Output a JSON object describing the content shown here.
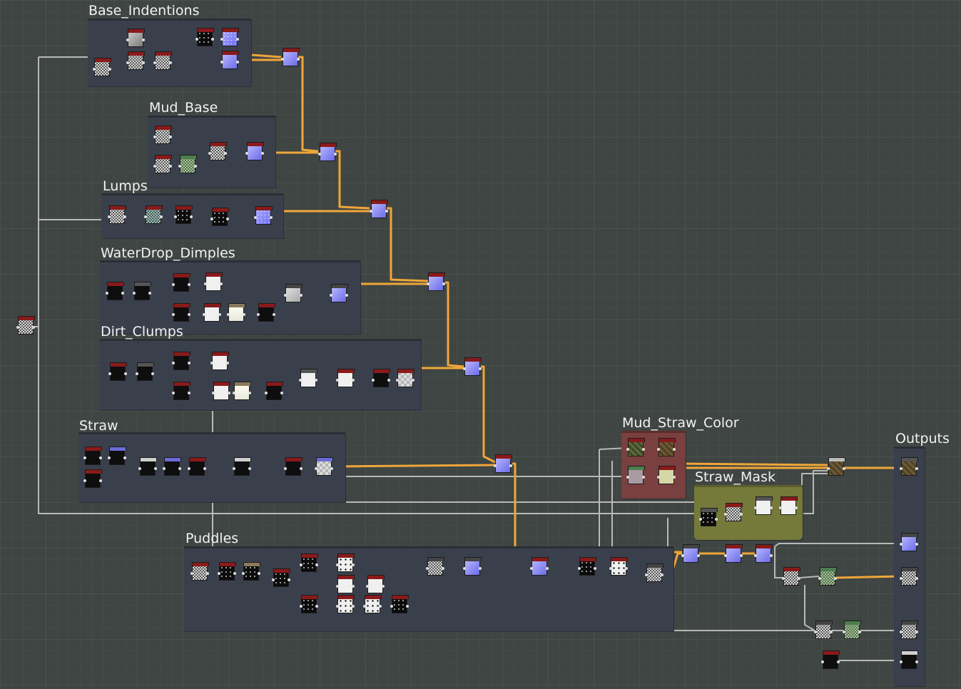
{
  "app": {
    "view": "node-graph"
  },
  "frames": {
    "base_indentions": "Base_Indentions",
    "mud_base": "Mud_Base",
    "lumps": "Lumps",
    "waterdrop_dimples": "WaterDrop_Dimples",
    "dirt_clumps": "Dirt_Clumps",
    "straw": "Straw",
    "mud_straw_color": "Mud_Straw_Color",
    "straw_mask": "Straw_Mask",
    "outputs": "Outputs",
    "puddles": "Puddles"
  },
  "colors": {
    "graph_background": "#3f4542",
    "frame_background": "#3a3f4c",
    "mud_straw_color_frame": "#7a3f3f",
    "straw_mask_frame": "#75793a",
    "wire_orange": "#f0a63a",
    "wire_gray": "#b9b9b9",
    "node_header_red": "#8a1a1a"
  },
  "icons": {
    "node_port": "port-dot-icon"
  }
}
